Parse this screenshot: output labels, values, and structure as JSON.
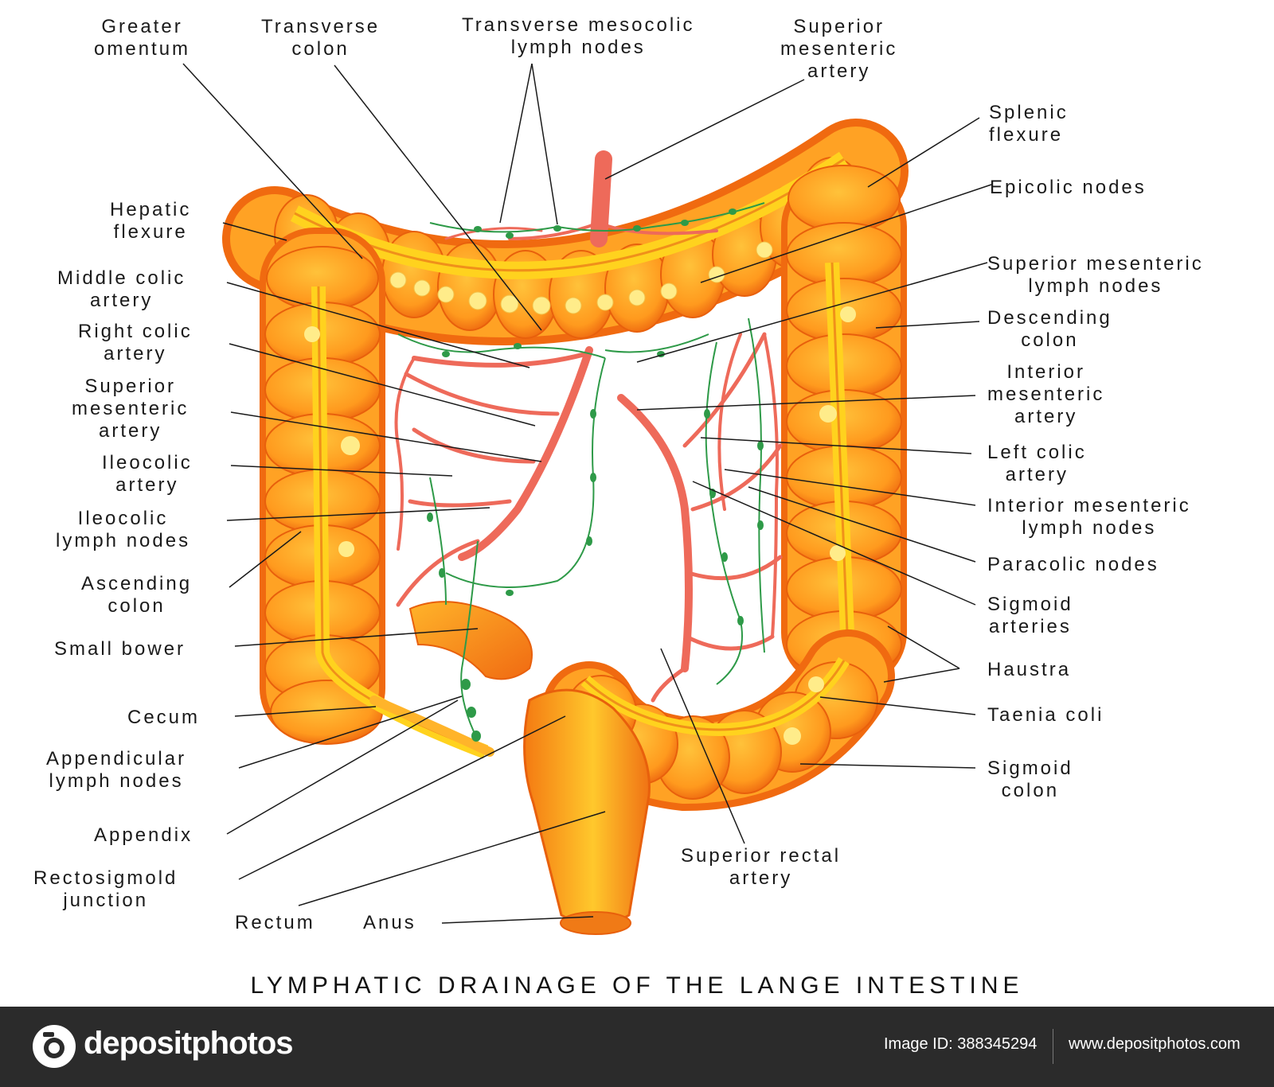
{
  "labels": {
    "greater_omentum": "Greater\nomentum",
    "transverse_colon": "Transverse\ncolon",
    "transverse_mesocolic_lymph_nodes": "Transverse mesocolic\nlymph nodes",
    "superior_mesenteric_artery_top": "Superior\nmesenteric\nartery",
    "splenic_flexure": "Splenic\nflexure",
    "epicolic_nodes": "Epicolic nodes",
    "superior_mesenteric_lymph_nodes": "Superior mesenteric\nlymph nodes",
    "descending_colon": "Descending\ncolon",
    "interior_mesenteric_artery": "Interior\nmesenteric\nartery",
    "left_colic_artery": "Left colic\nartery",
    "interior_mesenteric_lymph_nodes": "Interior mesenteric\nlymph nodes",
    "paracolic_nodes": "Paracolic nodes",
    "sigmoid_arteries": "Sigmoid\narteries",
    "haustra": "Haustra",
    "taenia_coli": "Taenia coli",
    "sigmoid_colon": "Sigmoid\ncolon",
    "superior_rectal_artery": "Superior rectal\nartery",
    "hepatic_flexure": "Hepatic\nflexure",
    "middle_colic_artery": "Middle colic\nartery",
    "right_colic_artery": "Right colic\nartery",
    "superior_mesenteric_artery_left": "Superior\nmesenteric\nartery",
    "ileocolic_artery": "Ileocolic\nartery",
    "ileocolic_lymph_nodes": "Ileocolic\nlymph nodes",
    "ascending_colon": "Ascending\ncolon",
    "small_bower": "Small bower",
    "cecum": "Cecum",
    "appendicular_lymph_nodes": "Appendicular\nlymph nodes",
    "appendix": "Appendix",
    "rectosigmold_junction": "Rectosigmold\njunction",
    "rectum": "Rectum",
    "anus": "Anus"
  },
  "title": "LYMPHATIC DRAINAGE OF THE LANGE INTESTINE",
  "footer": {
    "brand": "depositphotos",
    "image_id": "Image ID: 388345294",
    "site": "www.depositphotos.com"
  },
  "colors": {
    "colon_light": "#ffb22c",
    "colon_dark": "#f06a10",
    "taenia": "#ffd21e",
    "artery": "#ee6a5a",
    "lymph": "#2e9a48",
    "node": "#ffec8a",
    "footer_bg": "#2b2b2b"
  }
}
